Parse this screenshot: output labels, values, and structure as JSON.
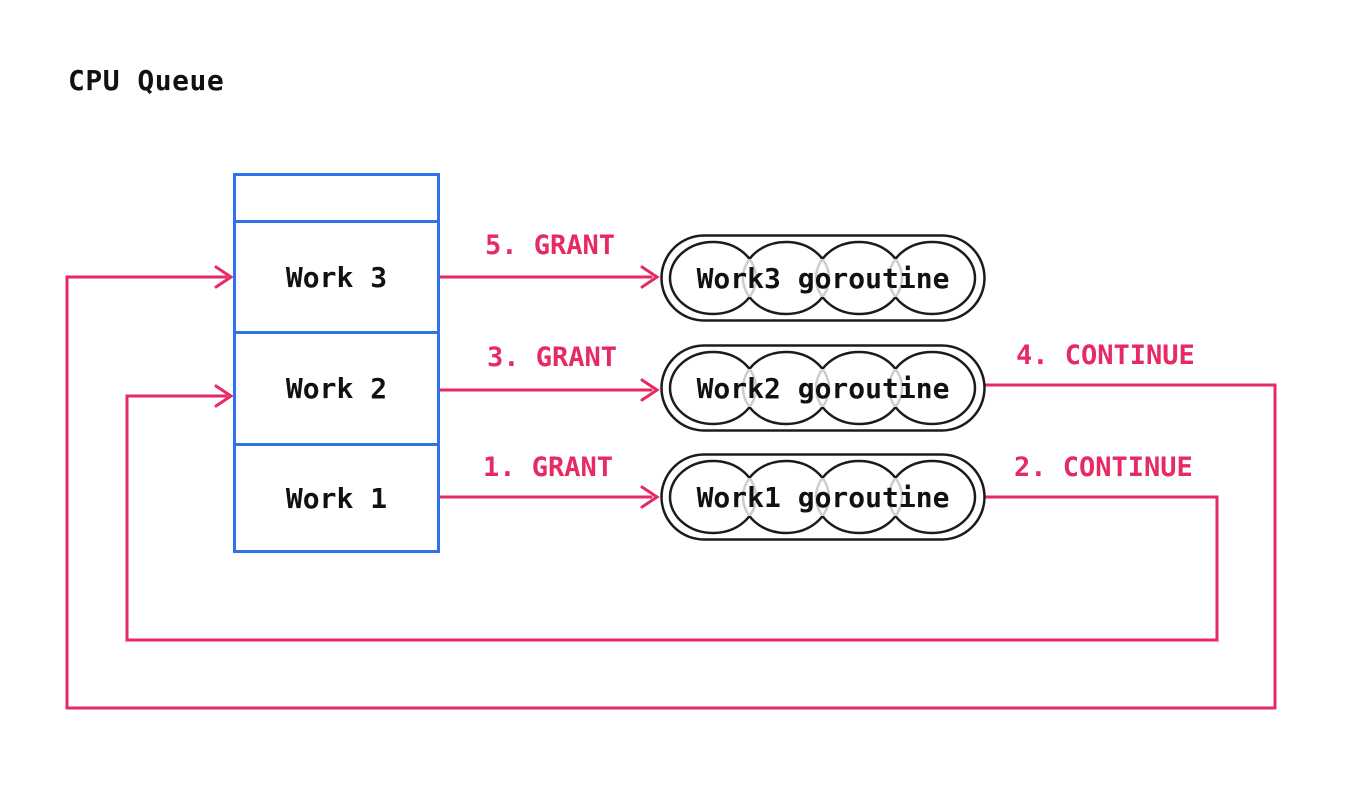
{
  "title": "CPU Queue",
  "colors": {
    "queue_blue": "#2f72eb",
    "flow_pink": "#e62a63",
    "ink": "#111111",
    "overlapped_stroke_gray": "#c8c8c8"
  },
  "queue": {
    "slots": [
      "",
      "Work 3",
      "Work 2",
      "Work 1"
    ]
  },
  "goroutines": [
    {
      "label": "Work3 goroutine"
    },
    {
      "label": "Work2 goroutine"
    },
    {
      "label": "Work1 goroutine"
    }
  ],
  "flow_labels": {
    "grant_5": "5. GRANT",
    "grant_3": "3. GRANT",
    "grant_1": "1. GRANT",
    "continue_4": "4. CONTINUE",
    "continue_2": "2. CONTINUE"
  }
}
